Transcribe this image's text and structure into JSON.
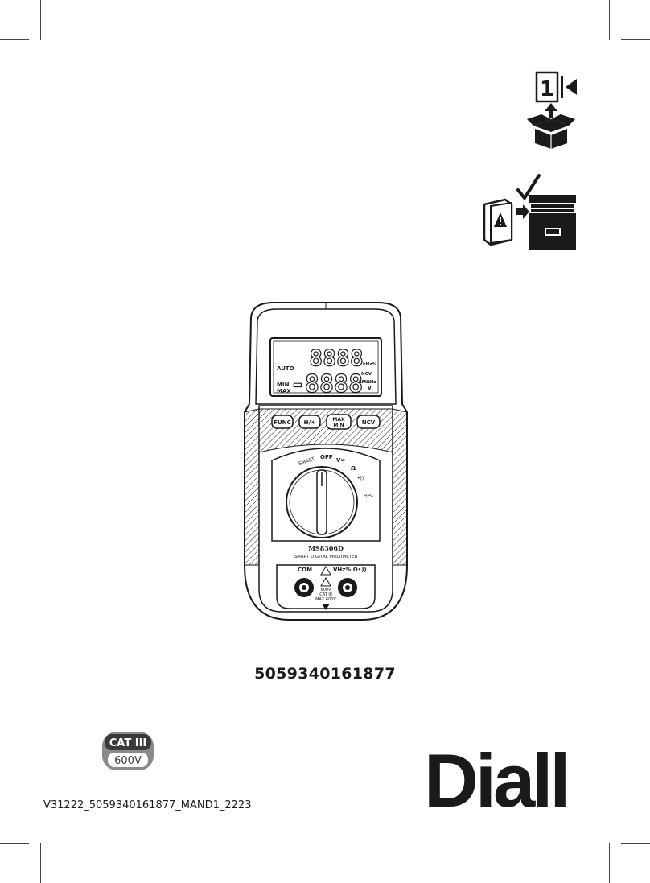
{
  "doc": {
    "ean": "5059340161877",
    "ref_code": "V31222_5059340161877_MAND1_2223"
  },
  "icons": {
    "unbox": "unbox-step-icon",
    "keep_manual": "keep-manual-icon",
    "unbox_step_number": "1"
  },
  "meter": {
    "lcd_top_digits": "8888",
    "lcd_bottom_digits": "-8888",
    "lcd_auto": "AUTO",
    "lcd_min": "MIN",
    "lcd_max": "MAX",
    "lcd_khz": "kHz%",
    "lcd_ncv": "NCV",
    "lcd_kmohz": "kMΩHz",
    "lcd_v": "V",
    "btn_func": "FUNC",
    "btn_max": "MAX",
    "btn_min": "MIN",
    "btn_ncv": "NCV",
    "dial_smart": "SMART",
    "dial_off": "OFF",
    "dial_v": "V≂",
    "dial_ohm": "Ω",
    "dial_hz": "Hz%",
    "model": "MS8306D",
    "subtitle": "SMART DIGITAL MULTIMETER",
    "jack_com": "COM",
    "jack_v": "VHz% Ω•))",
    "rating_1": "600V",
    "rating_2": "CAT III",
    "rating_3": "MAX 600V"
  },
  "badge": {
    "cat": "CAT III",
    "volts": "600V"
  },
  "brand": {
    "name": "Diall"
  }
}
